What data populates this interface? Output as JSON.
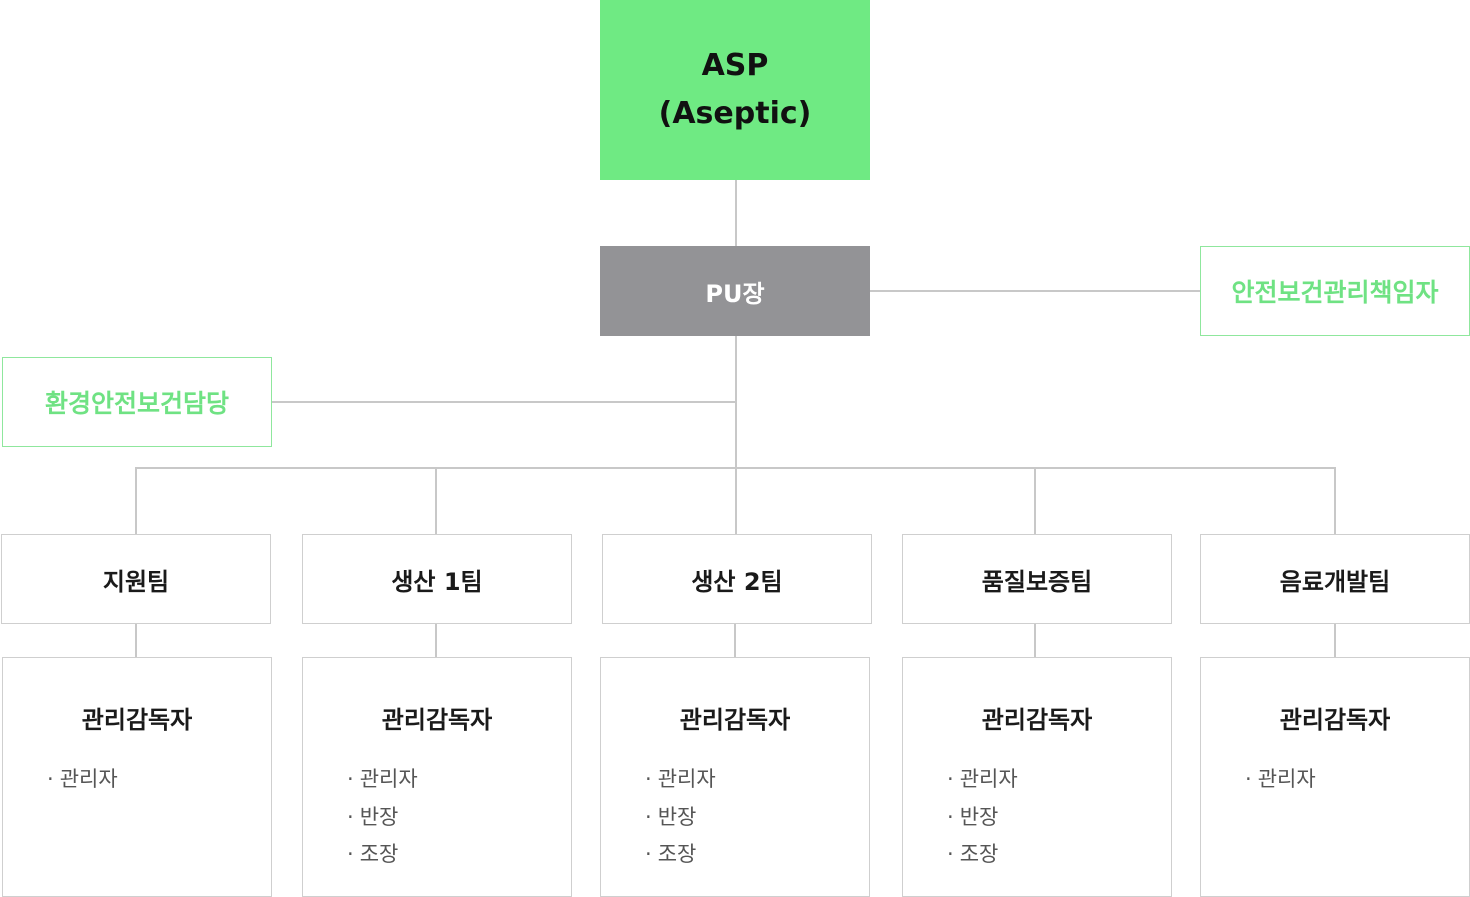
{
  "top": {
    "line1": "ASP",
    "line2": "(Aseptic)"
  },
  "head": {
    "label": "PU장"
  },
  "safety_officer": {
    "label": "안전보건관리책임자"
  },
  "env_manager": {
    "label": "환경안전보건담당"
  },
  "teams": [
    {
      "name": "지원팀",
      "role_title": "관리감독자",
      "roles": [
        "관리자"
      ]
    },
    {
      "name": "생산 1팀",
      "role_title": "관리감독자",
      "roles": [
        "관리자",
        "반장",
        "조장"
      ]
    },
    {
      "name": "생산 2팀",
      "role_title": "관리감독자",
      "roles": [
        "관리자",
        "반장",
        "조장"
      ]
    },
    {
      "name": "품질보증팀",
      "role_title": "관리감독자",
      "roles": [
        "관리자",
        "반장",
        "조장"
      ]
    },
    {
      "name": "음료개발팀",
      "role_title": "관리감독자",
      "roles": [
        "관리자"
      ]
    }
  ],
  "colors": {
    "accent_green": "#6fea83",
    "head_gray": "#939396",
    "line_gray": "#c8c8c8"
  }
}
